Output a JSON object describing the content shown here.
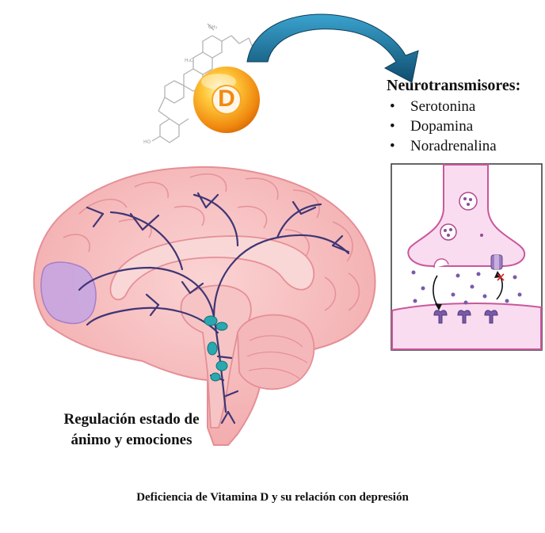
{
  "vitamin_badge": {
    "letter": "D"
  },
  "neurotransmitters": {
    "title": "Neurotransmisores:",
    "items": [
      "Serotonina",
      "Dopamina",
      "Noradrenalina"
    ]
  },
  "brain_caption": {
    "line1": "Regulación estado de",
    "line2": "ánimo y emociones"
  },
  "footer_caption": "Deficiencia de Vitamina D y su relación con depresión",
  "colors": {
    "brain": "#f6bcbc",
    "brain_outline": "#e58f96",
    "pathways": "#3f3675",
    "prefrontal": "#c9a7e0",
    "teal_nuclei": "#2aa8b0",
    "synapse_fill": "#f9dcef",
    "synapse_outline": "#c9579c",
    "arrow": "#1c6e96",
    "orb": "#f5a623"
  }
}
